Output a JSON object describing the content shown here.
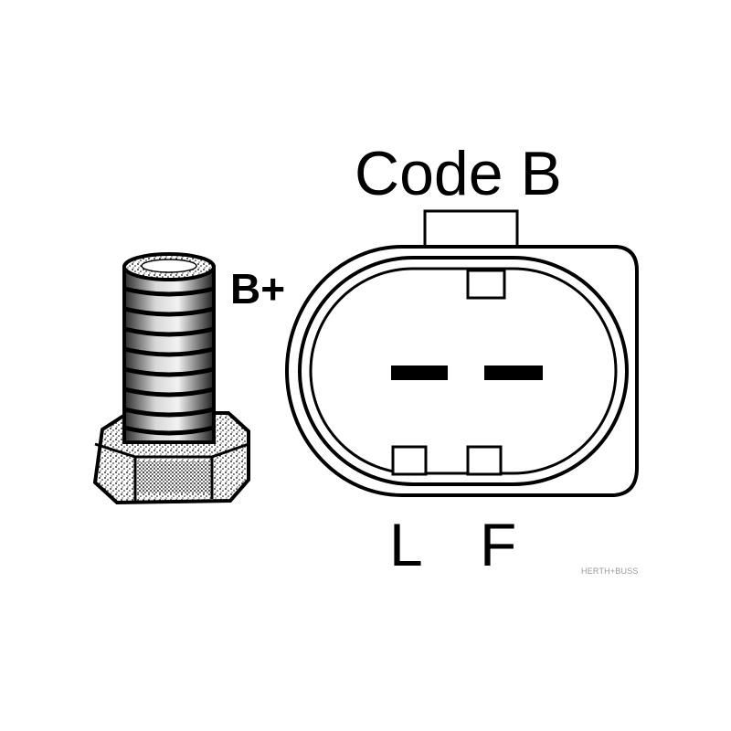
{
  "labels": {
    "connector_code": "Code B",
    "battery_terminal": "B+",
    "pin_left": "L",
    "pin_right": "F"
  },
  "watermark": "HERTH+BUSS",
  "colors": {
    "ink": "#000000",
    "paper": "#ffffff",
    "watermark": "#9a9a9a"
  }
}
